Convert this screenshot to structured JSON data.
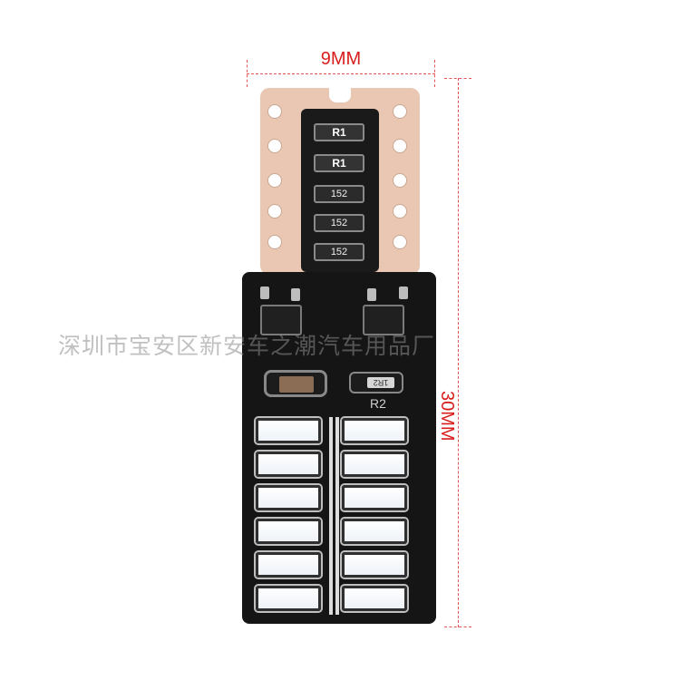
{
  "dimensions": {
    "width_label": "9MM",
    "length_label": "30MM"
  },
  "watermark": "深圳市宝安区新安车之潮汽车用品厂",
  "components": {
    "resistor_labels": [
      "R1",
      "R1",
      "152",
      "152",
      "152"
    ],
    "small_resistor_marking": "1R2",
    "r2_label": "R2"
  },
  "leds": {
    "rows": 6,
    "columns": 2
  },
  "colors": {
    "dimension_red": "#d81d1d",
    "pcb_black": "#151515",
    "copper_pad": "#e9c7b3",
    "led_white": "#ffffff"
  }
}
